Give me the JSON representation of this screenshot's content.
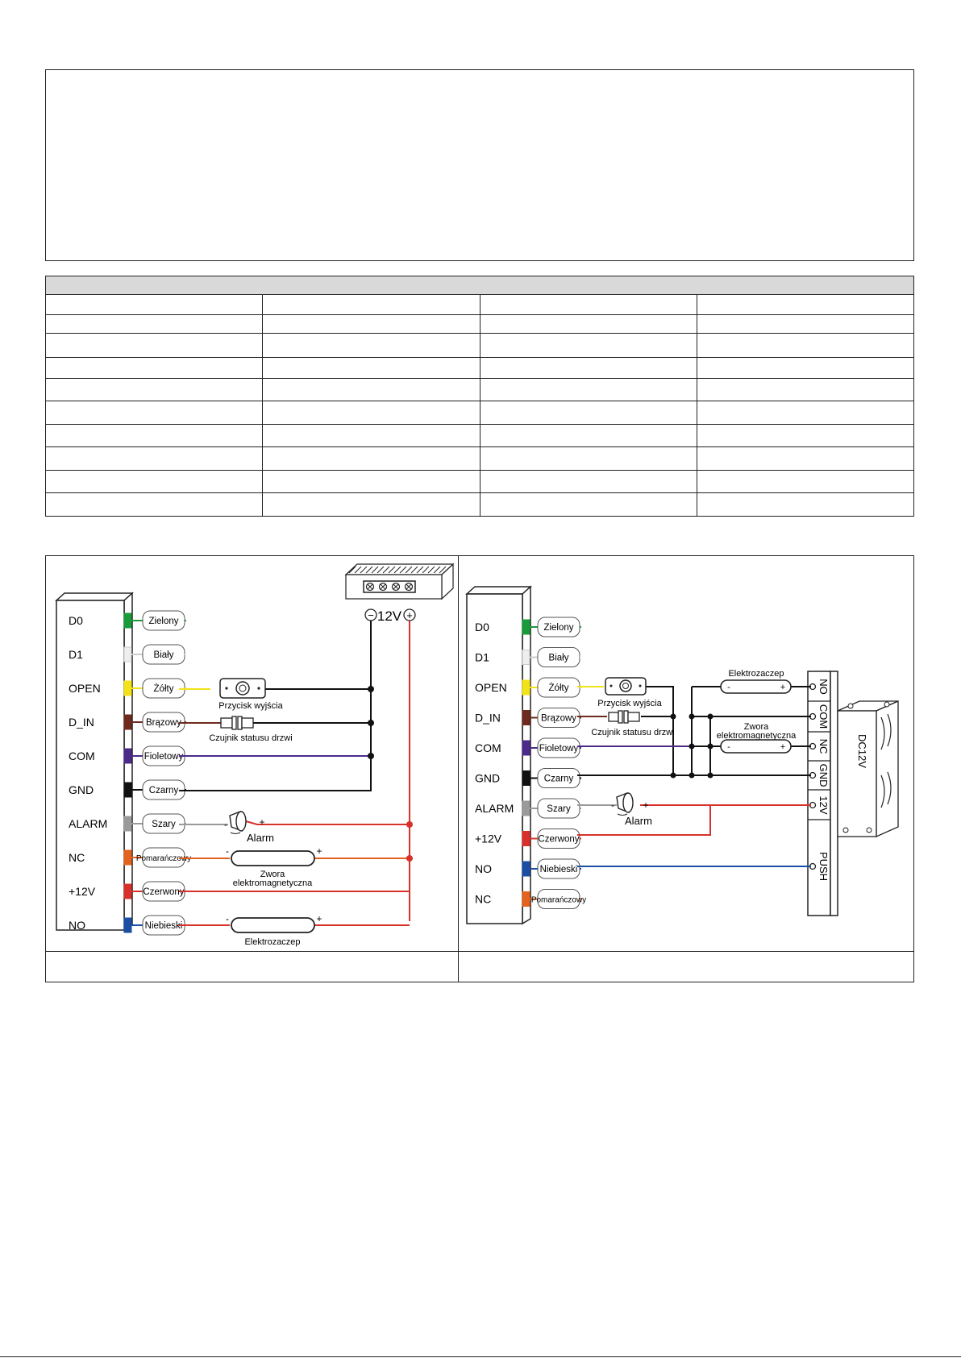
{
  "wire_table": {
    "rows": [
      {
        "no": "",
        "terminal": "",
        "color": "",
        "description": ""
      },
      {
        "no": "",
        "terminal": "",
        "color": "",
        "description": ""
      },
      {
        "no": "",
        "terminal": "",
        "color": "",
        "description": ""
      },
      {
        "no": "",
        "terminal": "",
        "color": "",
        "description": ""
      },
      {
        "no": "",
        "terminal": "",
        "color": "",
        "description": ""
      },
      {
        "no": "",
        "terminal": "",
        "color": "",
        "description": ""
      },
      {
        "no": "",
        "terminal": "",
        "color": "",
        "description": ""
      },
      {
        "no": "",
        "terminal": "",
        "color": "",
        "description": ""
      },
      {
        "no": "",
        "terminal": "",
        "color": "",
        "description": ""
      },
      {
        "no": "",
        "terminal": "",
        "color": "",
        "description": ""
      },
      {
        "no": "",
        "terminal": "",
        "color": "",
        "description": ""
      }
    ]
  },
  "diagram_left": {
    "terminals": [
      "D0",
      "D1",
      "OPEN",
      "D_IN",
      "COM",
      "GND",
      "ALARM",
      "NC",
      "+12V",
      "NO"
    ],
    "wire_labels": [
      "Zielony",
      "Biały",
      "Żółty",
      "Brązowy",
      "Fioletowy",
      "Czarny",
      "Szary",
      "Pomarańczowy",
      "Czerwony",
      "Niebieski"
    ],
    "wire_colors": [
      "#1a9a3a",
      "#eeeeee",
      "#f2e21a",
      "#6e2a1e",
      "#4b2a8a",
      "#111111",
      "#9a9a9a",
      "#e2621e",
      "#d8302a",
      "#1b4ea3"
    ],
    "psu_label": "12V",
    "psu_minus": "−",
    "psu_plus": "+",
    "exit_button": "Przycisk wyjścia",
    "door_sensor": "Czujnik statusu drzwi",
    "alarm": "Alarm",
    "maglock_line1": "Zwora",
    "maglock_line2": "elektromagnetyczna",
    "strike": "Elektrozaczep",
    "minus": "-",
    "plus": "+"
  },
  "diagram_right": {
    "terminals": [
      "D0",
      "D1",
      "OPEN",
      "D_IN",
      "COM",
      "GND",
      "ALARM",
      "+12V",
      "NO",
      "NC"
    ],
    "wire_labels": [
      "Zielony",
      "Biały",
      "Żółty",
      "Brązowy",
      "Fioletowy",
      "Czarny",
      "Szary",
      "Czerwony",
      "Niebieski",
      "Pomarańczowy"
    ],
    "wire_colors": [
      "#1a9a3a",
      "#eeeeee",
      "#f2e21a",
      "#6e2a1e",
      "#4b2a8a",
      "#111111",
      "#9a9a9a",
      "#d8302a",
      "#1b4ea3",
      "#e2621e"
    ],
    "exit_button": "Przycisk wyjścia",
    "door_sensor": "Czujnik statusu drzwi",
    "alarm": "Alarm",
    "strike": "Elektrozaczep",
    "maglock_line1": "Zwora",
    "maglock_line2": "elektromagnetyczna",
    "psu_terminals": [
      "NO",
      "COM",
      "NC",
      "GND",
      "12V",
      "PUSH"
    ],
    "psu_label": "DC12V",
    "minus": "-",
    "plus": "+"
  },
  "captions": {
    "left": "",
    "right": ""
  }
}
